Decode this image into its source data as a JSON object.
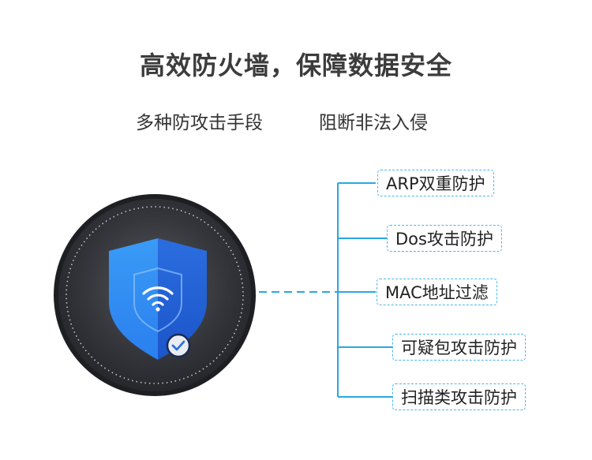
{
  "header": {
    "title": "高效防火墙，保障数据安全",
    "subtitle_left": "多种防攻击手段",
    "subtitle_right": "阻断非法入侵"
  },
  "features": [
    "ARP双重防护",
    "Dos攻击防护",
    "MAC地址过滤",
    "可疑包攻击防护",
    "扫描类攻击防护"
  ],
  "colors": {
    "accent_line": "#2aa7e2",
    "shield_light": "#2f8cf0",
    "shield_dark": "#1f63d8",
    "device_dark": "#2d2f33"
  },
  "icons": {
    "device": "router-icon",
    "shield": "shield-icon",
    "wifi": "wifi-icon",
    "check": "check-icon"
  }
}
